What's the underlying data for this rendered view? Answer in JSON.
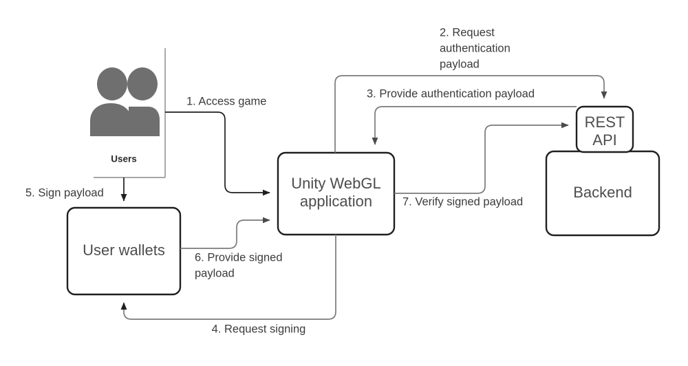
{
  "diagram": {
    "type": "flow-diagram",
    "background_color": "#ffffff",
    "node_border_color": "#1f1f1f",
    "node_text_color": "#4d4d4d",
    "edge_color": "#7a7a7a",
    "actor_color": "#6f6f6f"
  },
  "actor": {
    "name": "users-actor",
    "caption": "Users"
  },
  "nodes": {
    "unity": {
      "line1": "Unity WebGL",
      "line2": "application"
    },
    "wallets": {
      "label": "User wallets"
    },
    "rest_api": {
      "line1": "REST",
      "line2": "API"
    },
    "backend": {
      "label": "Backend"
    }
  },
  "edges": [
    {
      "id": 1,
      "name": "edge-access-game",
      "label": "1. Access game",
      "from": "Users",
      "to": "Unity WebGL application",
      "lines": [
        "1. Access game"
      ]
    },
    {
      "id": 2,
      "name": "edge-request-authentication-payload",
      "label": "2. Request authentication payload",
      "from": "Unity WebGL application",
      "to": "REST API",
      "lines": [
        "2. Request",
        "authentication",
        "payload"
      ]
    },
    {
      "id": 3,
      "name": "edge-provide-authentication-payload",
      "label": "3. Provide authentication payload",
      "from": "REST API",
      "to": "Unity WebGL application",
      "lines": [
        "3. Provide authentication payload"
      ]
    },
    {
      "id": 4,
      "name": "edge-request-signing",
      "label": "4. Request signing",
      "from": "Unity WebGL application",
      "to": "User wallets",
      "lines": [
        "4. Request signing"
      ]
    },
    {
      "id": 5,
      "name": "edge-sign-payload",
      "label": "5. Sign payload",
      "from": "Users",
      "to": "User wallets",
      "lines": [
        "5. Sign payload"
      ]
    },
    {
      "id": 6,
      "name": "edge-provide-signed-payload",
      "label": "6. Provide signed payload",
      "from": "User wallets",
      "to": "Unity WebGL application",
      "lines": [
        "6. Provide signed",
        "payload"
      ]
    },
    {
      "id": 7,
      "name": "edge-verify-signed-payload",
      "label": "7. Verify signed payload",
      "from": "Unity WebGL application",
      "to": "REST API",
      "lines": [
        "7. Verify signed payload"
      ]
    }
  ]
}
